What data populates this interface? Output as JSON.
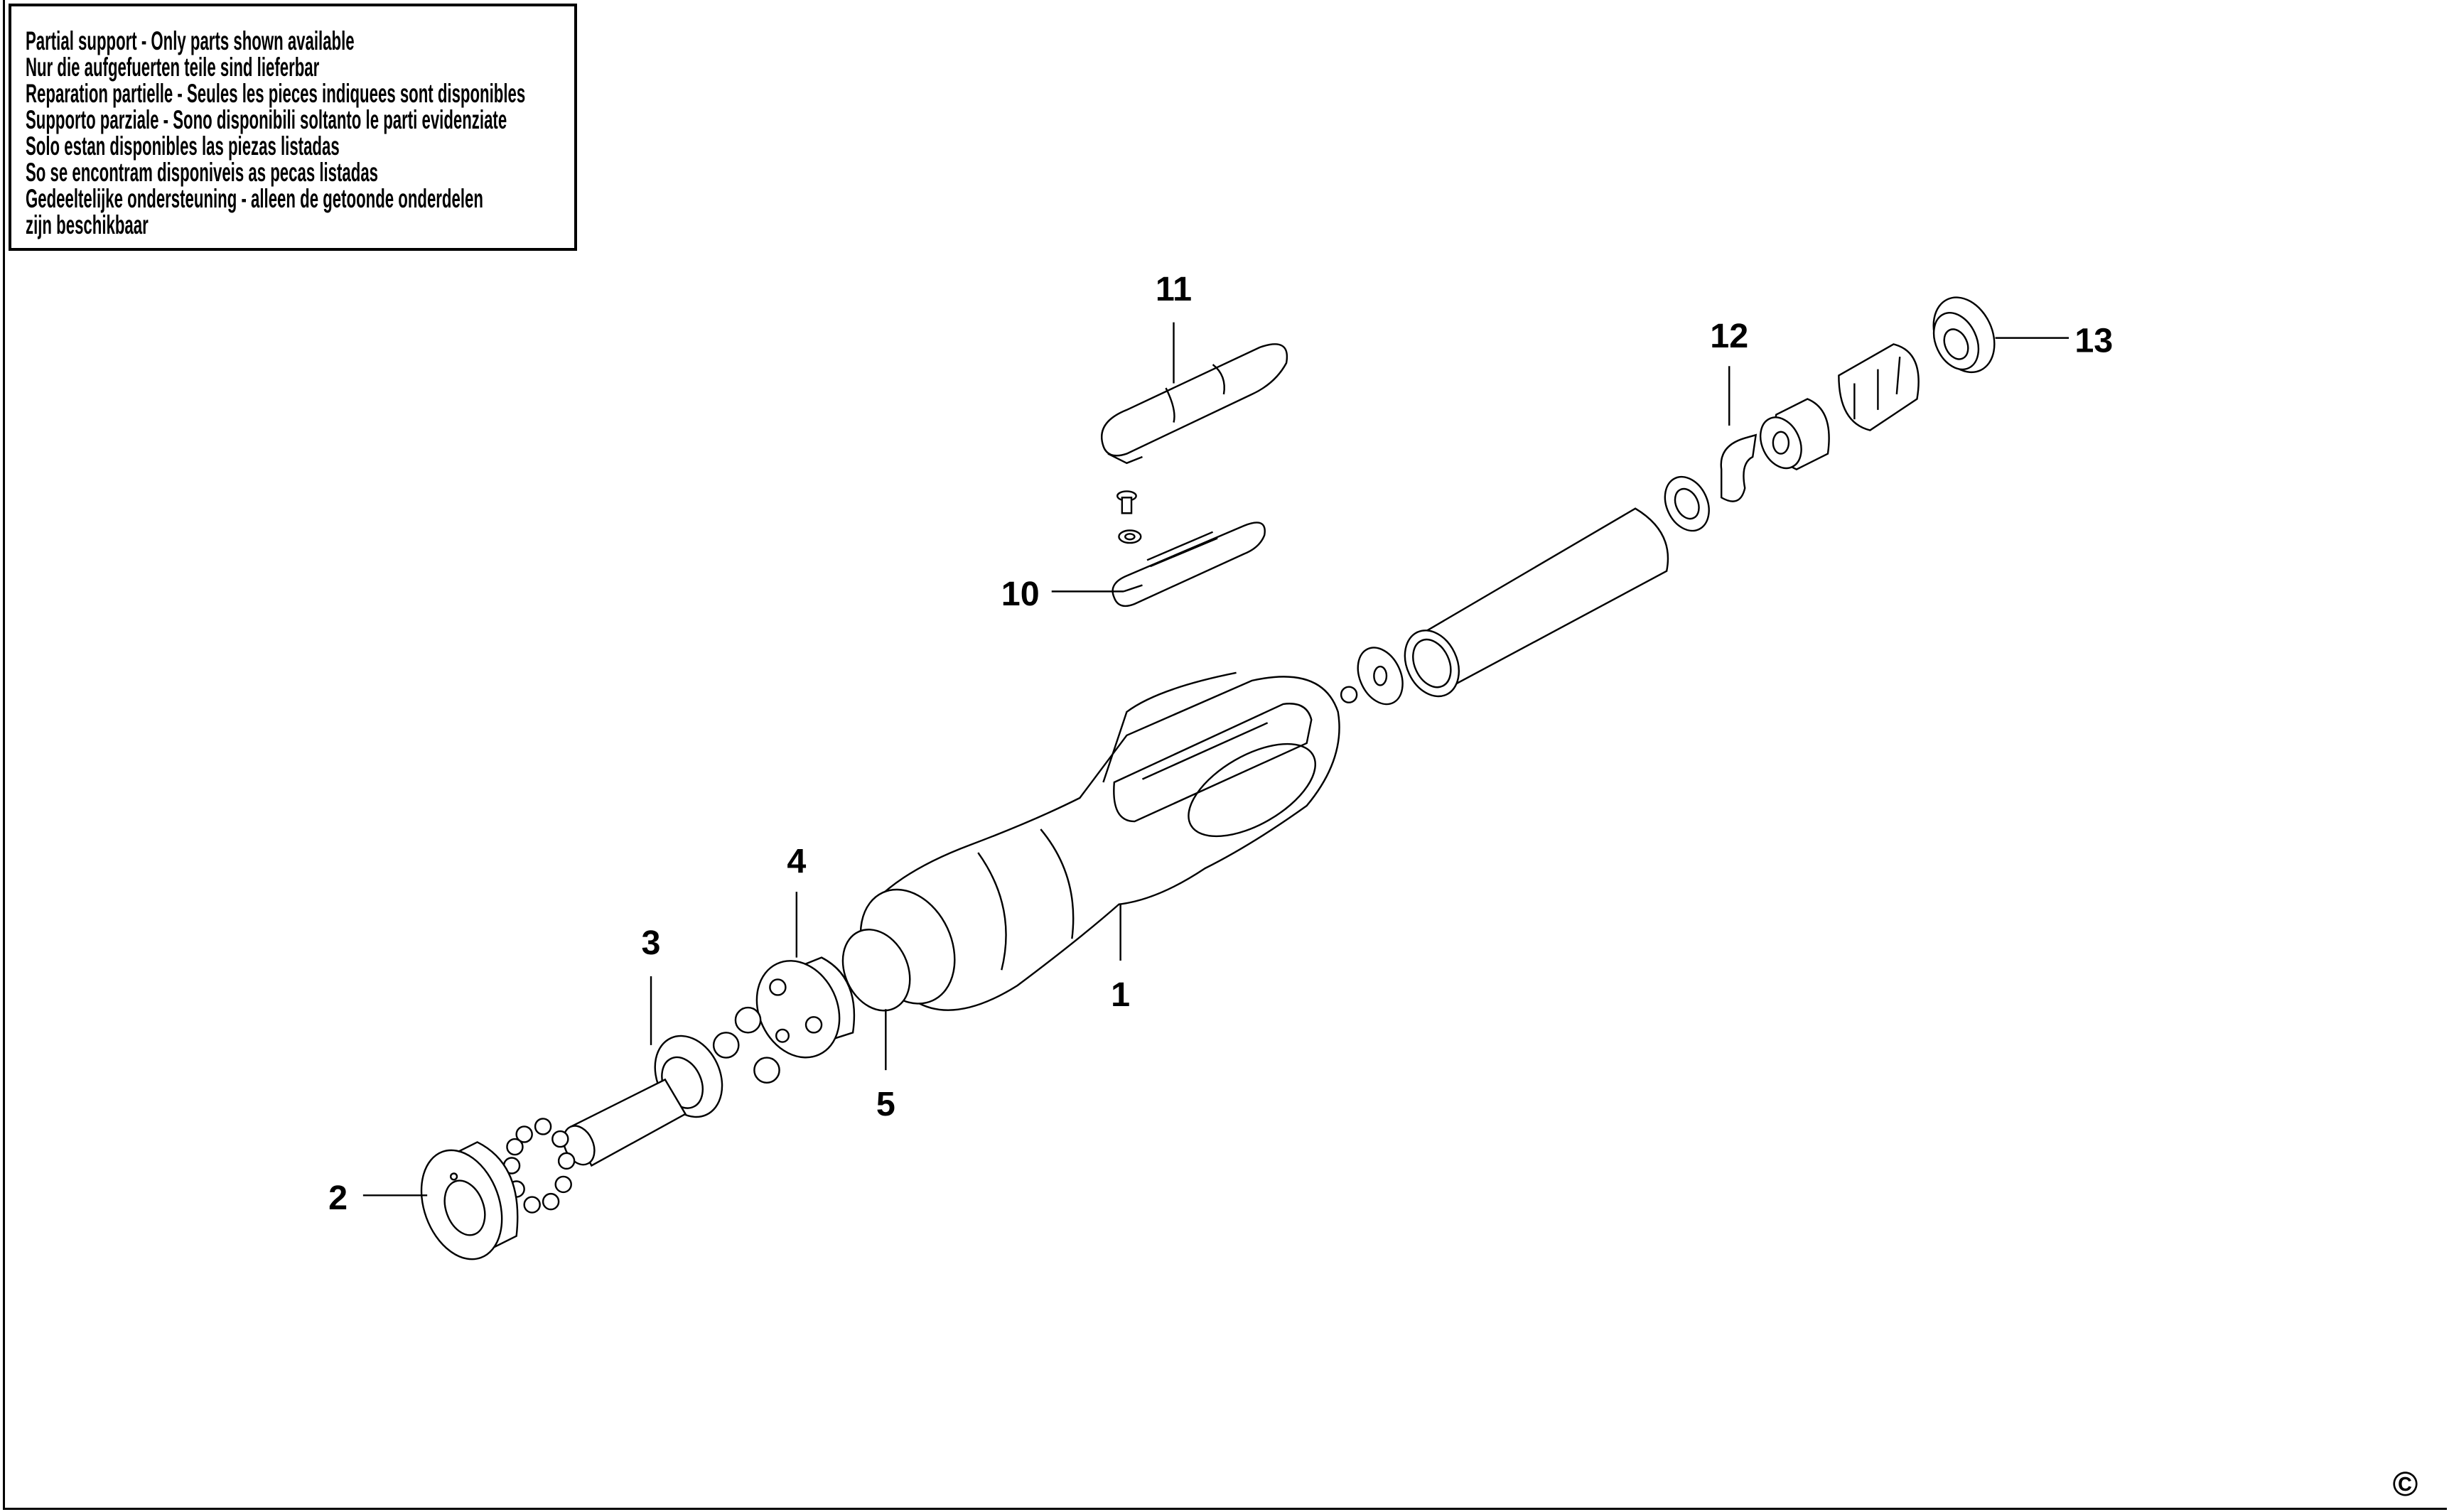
{
  "notice": {
    "lines": [
      "Partial support - Only parts shown available",
      "Nur die aufgefuerten teile sind lieferbar",
      "Reparation partielle - Seules les pieces indiquees sont disponibles",
      "Supporto parziale - Sono disponibili soltanto le parti evidenziate",
      "Solo estan disponibles las piezas listadas",
      "So se encontram disponiveis as pecas listadas",
      "Gedeeltelijke ondersteuning - alleen de getoonde onderdelen",
      "zijn beschikbaar"
    ]
  },
  "callouts": {
    "p1": "1",
    "p2": "2",
    "p3": "3",
    "p4": "4",
    "p5": "5",
    "p10": "10",
    "p11": "11",
    "p12": "12",
    "p13": "13"
  },
  "copyright": "©"
}
